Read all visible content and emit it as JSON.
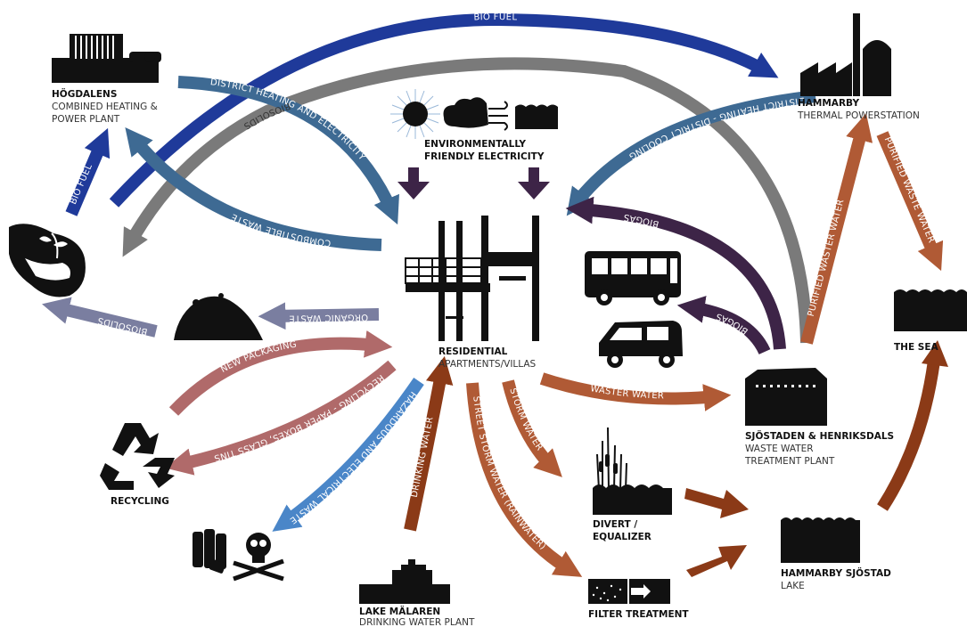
{
  "colors": {
    "blue": "#1f3a9a",
    "steel": "#3e6a93",
    "grey": "#7a7a7a",
    "purple": "#3d2447",
    "rust": "#b05a35",
    "red_brown": "#8b3a17",
    "rose": "#b06a6a",
    "slate": "#7a7ea0",
    "light_blue": "#4a86c8",
    "ink": "#111111"
  },
  "nodes": {
    "hogdalens": {
      "title": "HÖGDALENS",
      "sub1": "COMBINED HEATING &",
      "sub2": "POWER PLANT",
      "icon": "power-plant-icon"
    },
    "hammarby_thermal": {
      "title": "HAMMARBY",
      "sub1": "THERMAL POWERSTATION",
      "icon": "factory-icon"
    },
    "electricity": {
      "title1": "ENVIRONMENTALLY",
      "title2": "FRIENDLY ELECTRICITY",
      "icons": [
        "sun-icon",
        "wind-icon",
        "water-icon"
      ]
    },
    "residential": {
      "title": "RESIDENTIAL",
      "sub1": "APARTMENTS/VILLAS",
      "icon": "building-icon"
    },
    "the_sea": {
      "title": "THE SEA",
      "icon": "sea-icon"
    },
    "wwtp": {
      "title": "SJÖSTADEN & HENRIKSDALS",
      "sub1": "WASTE WATER",
      "sub2": "TREATMENT PLANT",
      "icon": "treatment-plant-icon"
    },
    "recycling": {
      "title": "RECYCLING",
      "icon": "recycle-icon"
    },
    "divert": {
      "title1": "DIVERT /",
      "title2": "EQUALIZER",
      "icon": "reeds-icon"
    },
    "hammarby_lake": {
      "title": "HAMMARBY SJÖSTAD",
      "sub1": "LAKE",
      "icon": "lake-icon"
    },
    "lake_malaren": {
      "title": "LAKE MÄLAREN",
      "sub1": "DRINKING WATER PLANT",
      "icon": "water-plant-icon"
    },
    "filter": {
      "title": "FILTER TREATMENT",
      "icon": "filter-icon"
    },
    "farm": {
      "icon": "hands-plant-icon"
    },
    "compost": {
      "icon": "compost-pile-icon"
    },
    "hazard": {
      "icons": [
        "batteries-icon",
        "skull-crossbones-icon"
      ]
    },
    "bus": {
      "icon": "bus-icon"
    },
    "car": {
      "icon": "car-icon"
    }
  },
  "flows": {
    "bio_fuel_top": "BIO FUEL",
    "biosolids_top": "BIOSOLIDS",
    "district_heating_electricity": "DISTRICT HEATING AND ELECTRICITY",
    "district_heating_cooling": "DISTRICT HEATING - DISTRICT COOLING",
    "bio_fuel_left": "BIO FUEL",
    "combustible_waste": "COMBUSTIBLE WASTE",
    "biogas_top": "BIOGAS",
    "biogas_car": "BIOGAS",
    "purified_waste_water_up": "PURIFIED WASTER WATER",
    "purified_waste_water_down": "PURIFIED WASTE WATER",
    "organic_waste": "ORGANIC WASTE",
    "biosolids_left": "BIOSOLIDS",
    "new_packaging": "NEW PACKAGING",
    "recycling_boxes": "RECYCLING - PAPER BOXES, GLASS TINS",
    "hazardous_waste": "HAZARDOUS AND ELECTRICAL WASTE",
    "drinking_water": "DRINKING WATER",
    "street_storm_water": "STREET STORM WATER (RAINWATER)",
    "storm_water": "STORM WATER",
    "waster_water": "WASTER WATER"
  }
}
